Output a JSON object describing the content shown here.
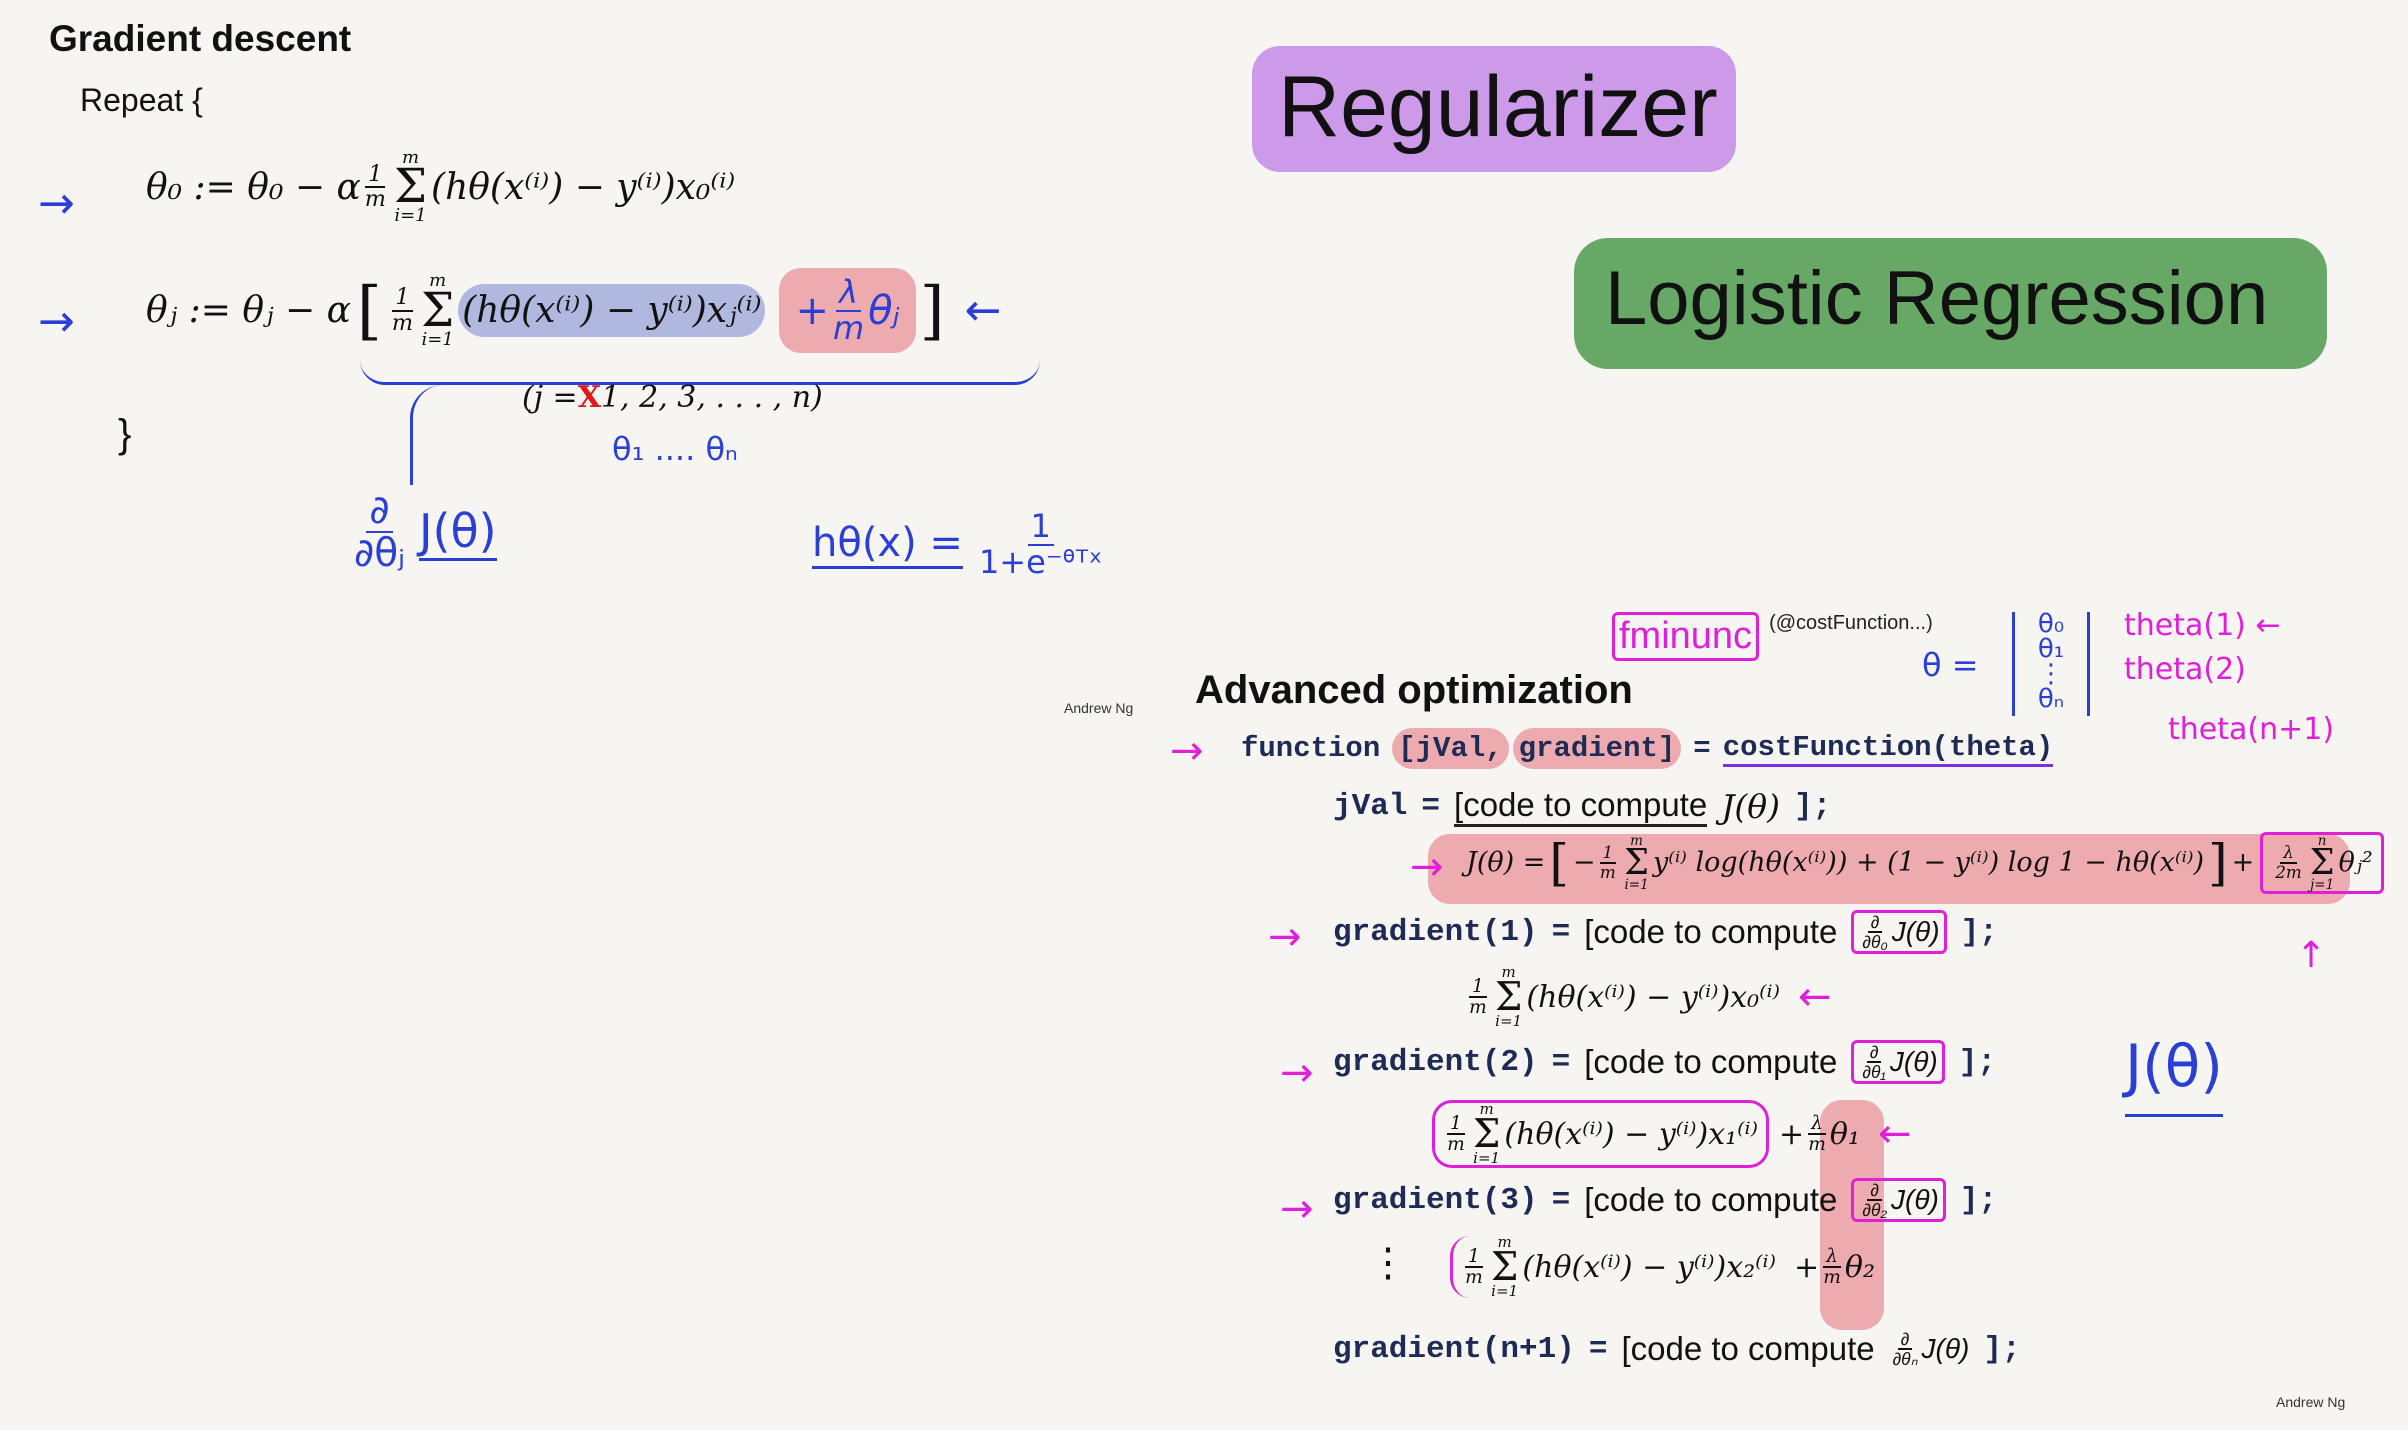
{
  "gradient_descent": {
    "title": "Gradient descent",
    "repeat": "Repeat {",
    "close": "}",
    "eq0": {
      "pre": "θ₀ := θ₀ − α",
      "frac_num": "1",
      "frac_den": "m",
      "sum_top": "m",
      "sum_bot": "i=1",
      "sigma": "Σ",
      "post": "(hθ(x⁽ⁱ⁾) − y⁽ⁱ⁾)x₀⁽ⁱ⁾"
    },
    "eqj": {
      "pre": "θⱼ := θⱼ − α",
      "lbracket": "[",
      "frac_num": "1",
      "frac_den": "m",
      "sum_top": "m",
      "sum_bot": "i=1",
      "sigma": "Σ",
      "post": "(hθ(x⁽ⁱ⁾) − y⁽ⁱ⁾)xⱼ⁽ⁱ⁾",
      "reg_plus": "+",
      "reg_num": "λ",
      "reg_den": "m",
      "reg_theta": "θⱼ",
      "rbracket": "]"
    },
    "range": {
      "open": "(j = ",
      "crossed": "X",
      "rest": "1, 2, 3, . . . , n)"
    },
    "arrow_left_marker": "→",
    "arrow_right_marker": "←",
    "theta_range_note": "θ₁ .... θₙ",
    "deriv_note": {
      "num": "∂",
      "den": "∂θⱼ",
      "fn": "J(θ)"
    },
    "sigmoid_note": {
      "lhs": "hθ(x) =",
      "num": "1",
      "den": "1+e⁻ᶿᵀˣ"
    }
  },
  "labels": {
    "regularizer": "Regularizer",
    "logistic_regression": "Logistic Regression",
    "colors": {
      "regularizer": "#c58ae8",
      "logistic": "#4f9a4f",
      "pen_blue": "#2a3fd6",
      "pen_magenta": "#e020d8",
      "highlight_pink": "#e86e78"
    }
  },
  "watermark": {
    "top": "Andrew Ng",
    "bottom": "Andrew Ng"
  },
  "advanced": {
    "title": "Advanced optimization",
    "function_line": {
      "kw": "function",
      "out1": "[jVal,",
      "out2": "gradient]",
      "eq": "=",
      "call": "costFunction(theta)"
    },
    "fminunc_note": {
      "name": "fminunc",
      "args": "(@costFunction...)",
      "theta_eq": "θ =",
      "vector": [
        "θ₀",
        "θ₁",
        "⋮",
        "θₙ"
      ],
      "indices": [
        "theta(1)",
        "theta(2)",
        "theta(n+1)"
      ],
      "arrow": "←"
    },
    "jval_line": {
      "var": "jVal",
      "eq": "=",
      "text": "[code to compute",
      "fn": "J(θ)",
      "end": "];"
    },
    "cost": {
      "lhs": "J(θ) =",
      "lb": "[",
      "neg_num": "1",
      "neg_den": "m",
      "minus": "−",
      "sum_top": "m",
      "sum_bot": "i=1",
      "sigma": "Σ",
      "body": "y⁽ⁱ⁾ log(hθ(x⁽ⁱ⁾)) + (1 − y⁽ⁱ⁾) log 1 − hθ(x⁽ⁱ⁾)",
      "rb": "]",
      "plus": "+",
      "reg_num": "λ",
      "reg_den": "2m",
      "reg_sum_top": "n",
      "reg_sum_bot": "j=1",
      "reg_term": "θⱼ²"
    },
    "gradients": [
      {
        "var": "gradient(1)",
        "eq": "=",
        "text": "[code to compute",
        "d_num": "∂",
        "d_den": "∂θ₀",
        "fn": "J(θ)",
        "end": "];",
        "expr_frac_num": "1",
        "expr_frac_den": "m",
        "expr_sum_top": "m",
        "expr_sum_bot": "i=1",
        "expr_body": "(hθ(x⁽ⁱ⁾) − y⁽ⁱ⁾)x₀⁽ⁱ⁾",
        "expr_reg": ""
      },
      {
        "var": "gradient(2)",
        "eq": "=",
        "text": "[code to compute",
        "d_num": "∂",
        "d_den": "∂θ₁",
        "fn": "J(θ)",
        "end": "];",
        "expr_frac_num": "1",
        "expr_frac_den": "m",
        "expr_sum_top": "m",
        "expr_sum_bot": "i=1",
        "expr_body": "(hθ(x⁽ⁱ⁾) − y⁽ⁱ⁾)x₁⁽ⁱ⁾",
        "expr_reg_plus": "+",
        "expr_reg_num": "λ",
        "expr_reg_den": "m",
        "expr_reg_theta": "θ₁"
      },
      {
        "var": "gradient(3)",
        "eq": "=",
        "text": "[code to compute",
        "d_num": "∂",
        "d_den": "∂θ₂",
        "fn": "J(θ)",
        "end": "];",
        "expr_frac_num": "1",
        "expr_frac_den": "m",
        "expr_sum_top": "m",
        "expr_sum_bot": "i=1",
        "expr_body": "(hθ(x⁽ⁱ⁾) − y⁽ⁱ⁾)x₂⁽ⁱ⁾",
        "expr_reg_plus": "+",
        "expr_reg_num": "λ",
        "expr_reg_den": "m",
        "expr_reg_theta": "θ₂"
      },
      {
        "var": "gradient(n+1)",
        "eq": "=",
        "text": "[code to compute",
        "d_num": "∂",
        "d_den": "∂θₙ",
        "fn": "J(θ)",
        "end": "];"
      }
    ],
    "vdots": "⋮",
    "side_note": "J(θ)",
    "sigma": "Σ",
    "arrow": "→",
    "arrow_back": "←",
    "arrow_up": "↑"
  }
}
